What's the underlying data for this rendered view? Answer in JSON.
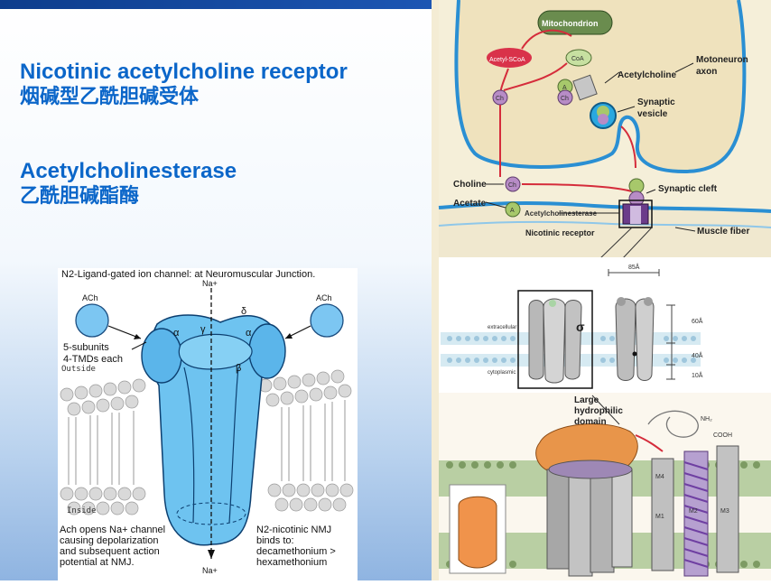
{
  "slide": {
    "heading_1_en": "Nicotinic acetylcholine receptor",
    "heading_1_zh": "烟碱型乙酰胆碱受体",
    "heading_2_en": "Acetylcholinesterase",
    "heading_2_zh": "乙酰胆碱酯酶"
  },
  "left_figure": {
    "title": "N2-Ligand-gated ion channel: at Neuromuscular Junction.",
    "ach_left": "ACh",
    "ach_right": "ACh",
    "na_top": "Na+",
    "na_bottom": "Na+",
    "subunits_line1": "5-subunits",
    "subunits_line2": "4-TMDs each",
    "outside": "Outside",
    "inside": "Inside",
    "alpha": "α",
    "gamma": "γ",
    "delta": "δ",
    "beta": "β",
    "caption_left": [
      "Ach opens Na+ channel",
      "causing depolarization",
      "and subsequent action",
      "potential at NMJ."
    ],
    "caption_right": [
      "N2-nicotinic NMJ",
      "binds to:",
      "decamethonium >",
      "hexamethonium"
    ]
  },
  "right_figure": {
    "mitochondrion": "Mitochondrion",
    "acetyl_scoa": "Acetyl-SCoA",
    "coa": "CoA",
    "acetylcholine": "Acetylcholine",
    "motoneuron_axon": [
      "Motoneuron",
      "axon"
    ],
    "synaptic_vesicle": [
      "Synaptic",
      "vesicle"
    ],
    "ch": "Ch",
    "a": "A",
    "choline": "Choline",
    "acetate": "Acetate",
    "acetylcholinesterase": "Acetylcholinesterase",
    "synaptic_cleft": "Synaptic cleft",
    "nicotinic_receptor": "Nicotinic receptor",
    "muscle_fiber": "Muscle fiber",
    "dim_85": "85Å",
    "dim_60": "60Å",
    "dim_40": "40Å",
    "dim_10": "10Å",
    "extracellular": "extracellular",
    "cytoplasmic": "cytoplasmic",
    "large_domain": [
      "Large",
      "hydrophilic",
      "domain"
    ],
    "nh2": "NH₂",
    "cooh": "COOH",
    "m1": "M1",
    "m2": "M2",
    "m3": "M3",
    "m4": "M4",
    "sigma": "σ"
  }
}
